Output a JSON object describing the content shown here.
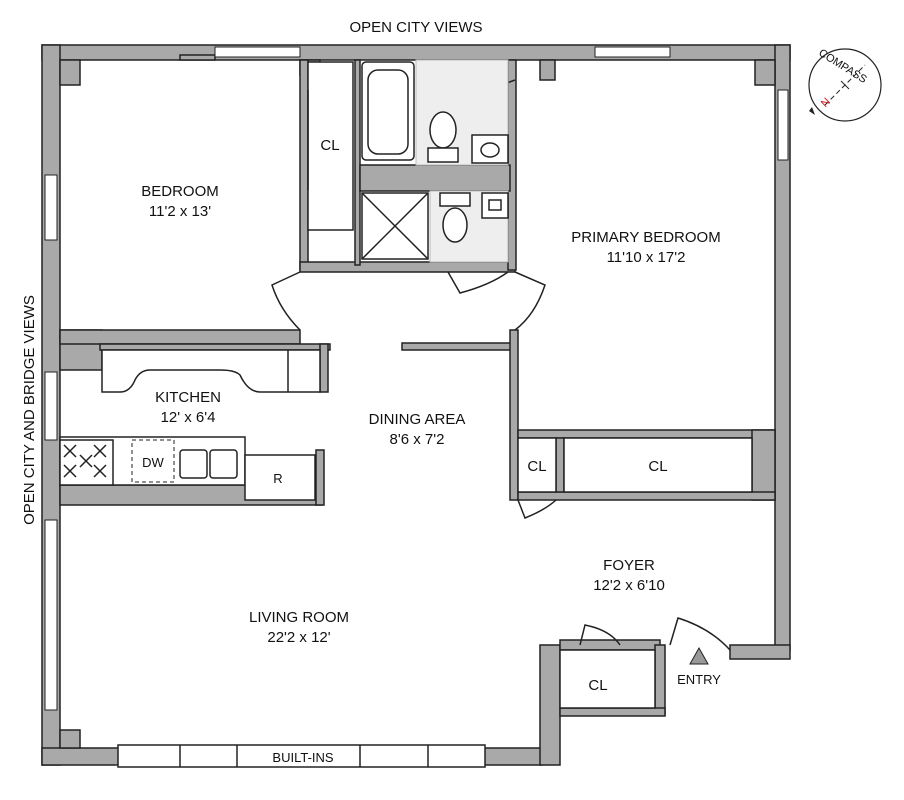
{
  "views": {
    "top": "OPEN CITY VIEWS",
    "left": "OPEN CITY AND BRIDGE VIEWS"
  },
  "rooms": {
    "bedroom": {
      "name": "BEDROOM",
      "size": "11'2 x 13'"
    },
    "primary_bedroom": {
      "name": "PRIMARY BEDROOM",
      "size": "11'10 x 17'2"
    },
    "kitchen": {
      "name": "KITCHEN",
      "size": "12' x 6'4"
    },
    "dining": {
      "name": "DINING AREA",
      "size": "8'6 x 7'2"
    },
    "living": {
      "name": "LIVING ROOM",
      "size": "22'2 x 12'"
    },
    "foyer": {
      "name": "FOYER",
      "size": "12'2 x 6'10"
    }
  },
  "labels": {
    "closet": "CL",
    "dishwasher": "DW",
    "refrigerator": "R",
    "built_ins": "BUILT-INS",
    "entry": "ENTRY",
    "compass": "COMPASS",
    "north": "N"
  },
  "colors": {
    "wall": "#a9a9a9",
    "outline": "#222222",
    "north": "#cc2222"
  },
  "icons": [
    "compass-icon",
    "entry-arrow-icon"
  ]
}
